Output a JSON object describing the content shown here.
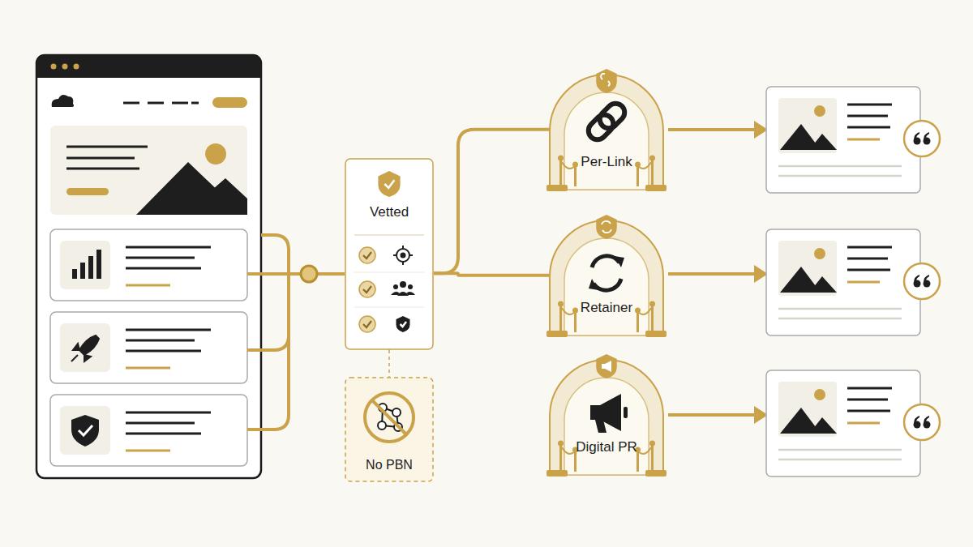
{
  "diagram": {
    "nodes": [
      {
        "text": [
          "Vetted"
        ]
      },
      {
        "text": [
          "No PBN"
        ]
      },
      {
        "text": [
          "Per-Link"
        ]
      },
      {
        "text": [
          "Retainer"
        ]
      },
      {
        "text": [
          "Digital PR"
        ]
      }
    ],
    "edges": [
      {
        "from": 0,
        "to": 1,
        "arrow": "none"
      },
      {
        "from": 0,
        "to": 2,
        "arrow": "none"
      },
      {
        "from": 0,
        "to": 3,
        "arrow": "none"
      },
      {
        "from": 0,
        "to": 4,
        "arrow": "none"
      }
    ]
  }
}
